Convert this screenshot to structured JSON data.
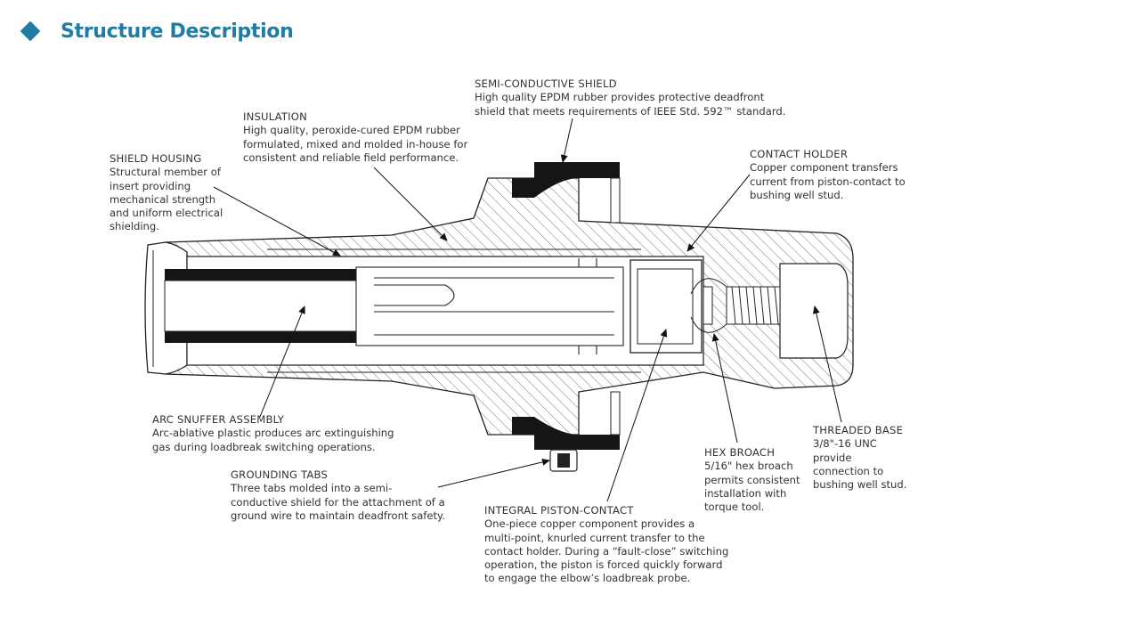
{
  "header": {
    "title": "Structure Description"
  },
  "labels": {
    "semi_conductive_shield": {
      "heading": "SEMI-CONDUCTIVE SHIELD",
      "desc": "High quality EPDM rubber provides protective deadfront\nshield that meets requirements of IEEE Std. 592™ standard."
    },
    "insulation": {
      "heading": "INSULATION",
      "desc": "High quality, peroxide-cured EPDM rubber\nformulated, mixed and molded in-house for\nconsistent and reliable field performance."
    },
    "shield_housing": {
      "heading": "SHIELD HOUSING",
      "desc": "Structural member of\ninsert providing\nmechanical strength\nand uniform electrical\nshielding."
    },
    "contact_holder": {
      "heading": "CONTACT HOLDER",
      "desc": "Copper component transfers\ncurrent from piston-contact to\nbushing well stud."
    },
    "arc_snuffer": {
      "heading": "ARC SNUFFER ASSEMBLY",
      "desc": "Arc-ablative plastic produces arc extinguishing\ngas during loadbreak switching operations."
    },
    "grounding_tabs": {
      "heading": "GROUNDING TABS",
      "desc": "Three tabs molded into a semi-\nconductive shield for the attachment of a\nground wire to maintain deadfront safety."
    },
    "piston_contact": {
      "heading": "INTEGRAL PISTON-CONTACT",
      "desc": "One-piece copper component provides a\nmulti-point, knurled current transfer to the\ncontact holder. During a “fault-close” switching\noperation, the piston is forced quickly forward\nto engage the elbow’s loadbreak probe."
    },
    "hex_broach": {
      "heading": "HEX BROACH",
      "desc": "5/16\" hex broach\npermits consistent\ninstallation with\ntorque tool."
    },
    "threaded_base": {
      "heading": "THREADED BASE",
      "desc": "3/8\"-16 UNC\nprovide\nconnection to\nbushing well stud."
    }
  },
  "colors": {
    "accent": "#1f7ca6",
    "line": "#222222",
    "text": "#333333"
  }
}
